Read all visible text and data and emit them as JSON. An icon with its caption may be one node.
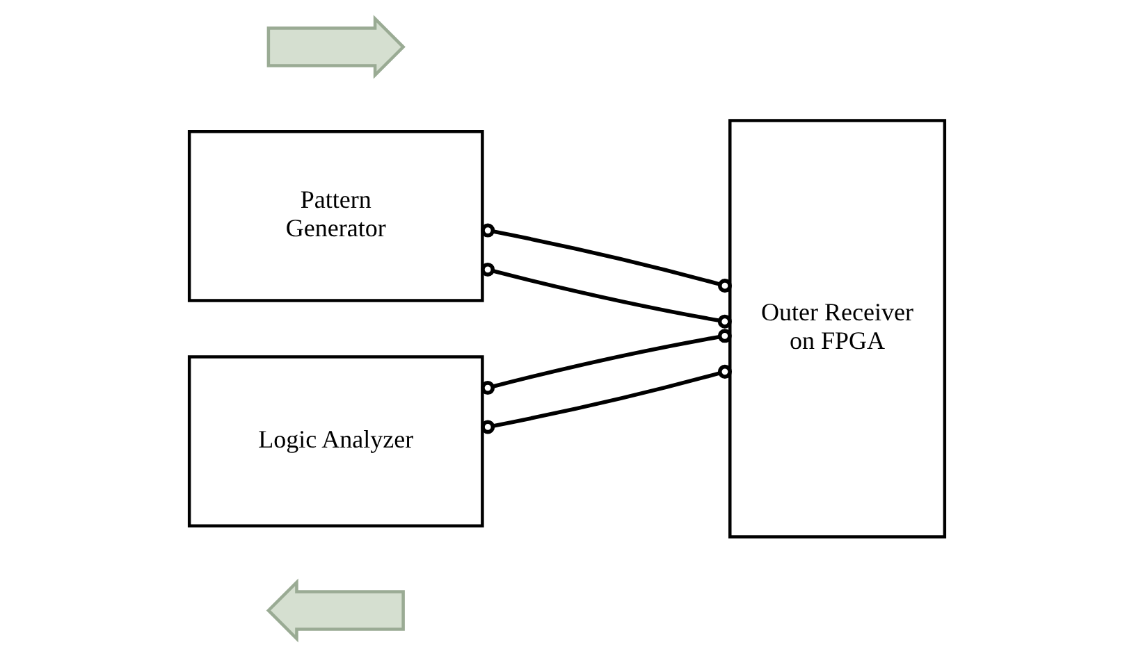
{
  "diagram": {
    "nodes": [
      {
        "text": [],
        "shape": "arrow"
      },
      {
        "text": [
          "Pattern Generator"
        ]
      },
      {
        "text": [
          "Outer Receiver on FPGA"
        ]
      },
      {
        "text": [
          "Logic Analyzer"
        ]
      },
      {
        "text": [],
        "shape": "arrow"
      }
    ],
    "edges": [
      {
        "from": 1,
        "to": 2,
        "arrow": "other"
      },
      {
        "from": 1,
        "to": 2,
        "arrow": "other"
      },
      {
        "from": 3,
        "to": 2,
        "arrow": "other"
      },
      {
        "from": 3,
        "to": 2,
        "arrow": "other"
      }
    ]
  }
}
